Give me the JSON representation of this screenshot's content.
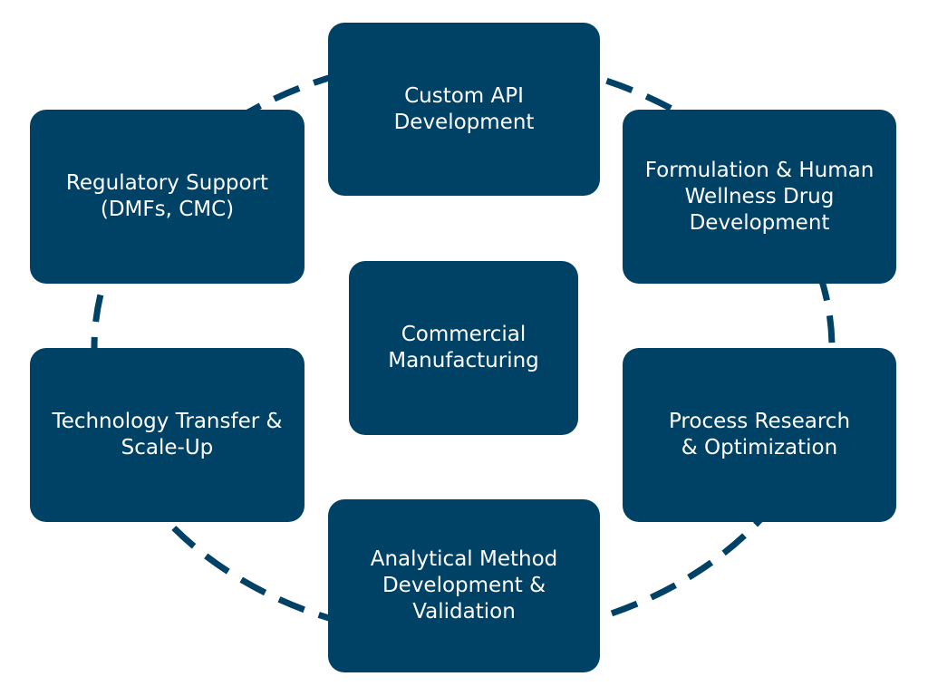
{
  "diagram": {
    "nodes": [
      {
        "id": "custom-api",
        "label": "Custom API\nDevelopment"
      },
      {
        "id": "formulation",
        "label": "Formulation & Human\nWellness Drug\nDevelopment"
      },
      {
        "id": "process",
        "label": "Process Research\n& Optimization"
      },
      {
        "id": "analytical",
        "label": "Analytical Method\nDevelopment &\nValidation"
      },
      {
        "id": "technology",
        "label": "Technology Transfer &\nScale-Up"
      },
      {
        "id": "regulatory",
        "label": "Regulatory Support\n(DMFs, CMC)"
      }
    ],
    "center": {
      "label": "Commercial\nManufacturing"
    },
    "colors": {
      "box_fill": "#004166",
      "ring_stroke": "#004166",
      "text": "#ffffff"
    }
  }
}
